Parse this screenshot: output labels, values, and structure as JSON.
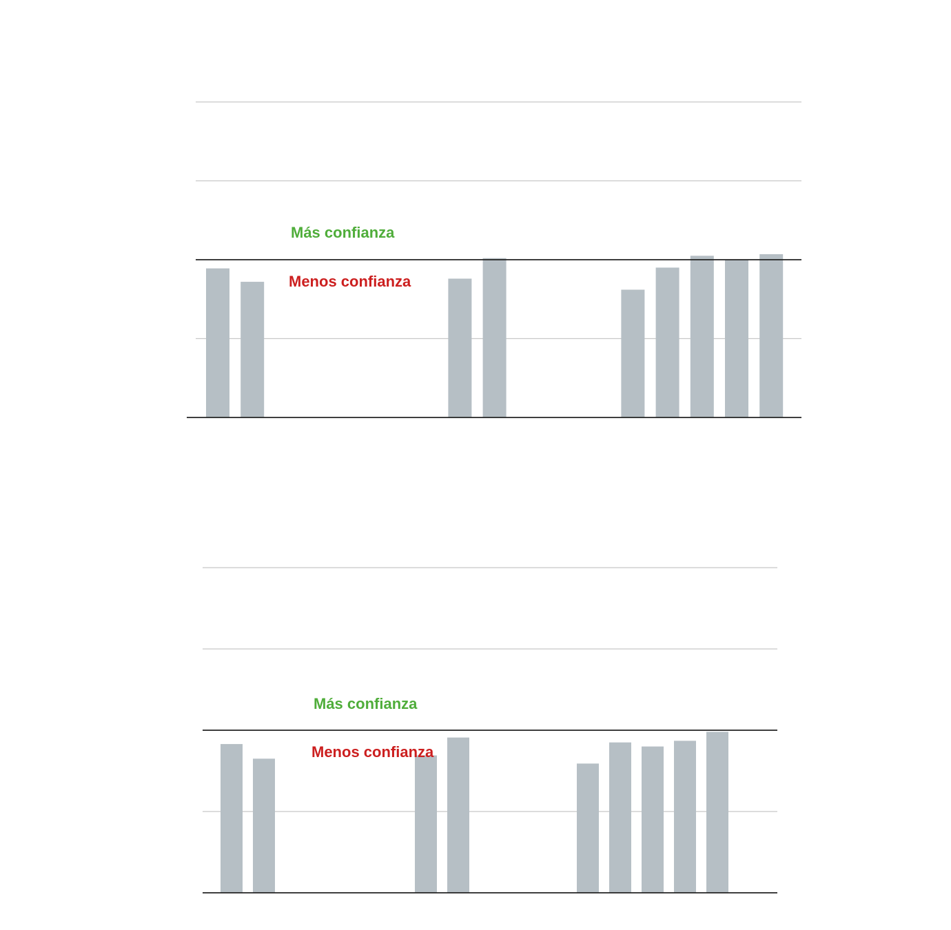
{
  "colors": {
    "bar": "#b6bfc5",
    "grid": "#c8c8c8",
    "baseline": "#222222",
    "more": "#4fad3a",
    "less": "#cc1f1f"
  },
  "chart_data": [
    {
      "type": "bar",
      "ylim": [
        0,
        4
      ],
      "yticks": [
        0,
        1,
        2,
        3,
        4
      ],
      "reference_value": 2,
      "values": [
        1.89,
        1.72,
        null,
        null,
        null,
        null,
        null,
        1.76,
        2.02,
        null,
        null,
        null,
        1.62,
        1.9,
        2.05,
        2.0,
        2.07
      ],
      "annotations": {
        "above": "Más confianza",
        "below": "Menos confianza"
      },
      "grid": true
    },
    {
      "type": "bar",
      "ylim": [
        0,
        4
      ],
      "yticks": [
        0,
        1,
        2,
        3,
        4
      ],
      "reference_value": 2,
      "values": [
        1.83,
        1.65,
        null,
        null,
        null,
        null,
        1.69,
        1.91,
        null,
        null,
        null,
        1.59,
        1.85,
        1.8,
        1.87,
        1.98
      ],
      "annotations": {
        "above": "Más confianza",
        "below": "Menos confianza"
      },
      "grid": true
    }
  ]
}
